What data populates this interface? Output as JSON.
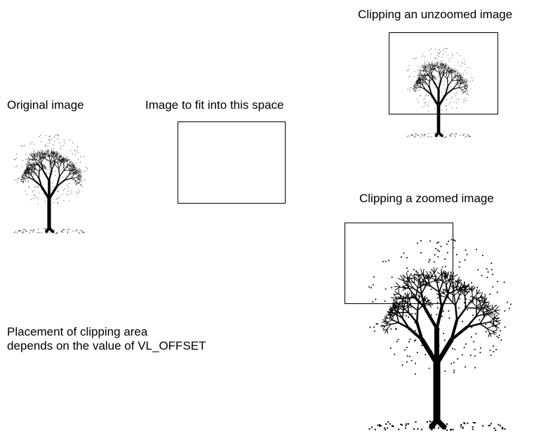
{
  "labels": {
    "original": "Original image",
    "fit_space": "Image to fit into this space",
    "clip_unzoomed": "Clipping an unzoomed image",
    "clip_zoomed": "Clipping a zoomed image"
  },
  "note": {
    "line1": "Placement of clipping area",
    "line2": "depends on the value of VL_OFFSET"
  },
  "colors": {
    "ink": "#000000",
    "background": "#ffffff"
  }
}
